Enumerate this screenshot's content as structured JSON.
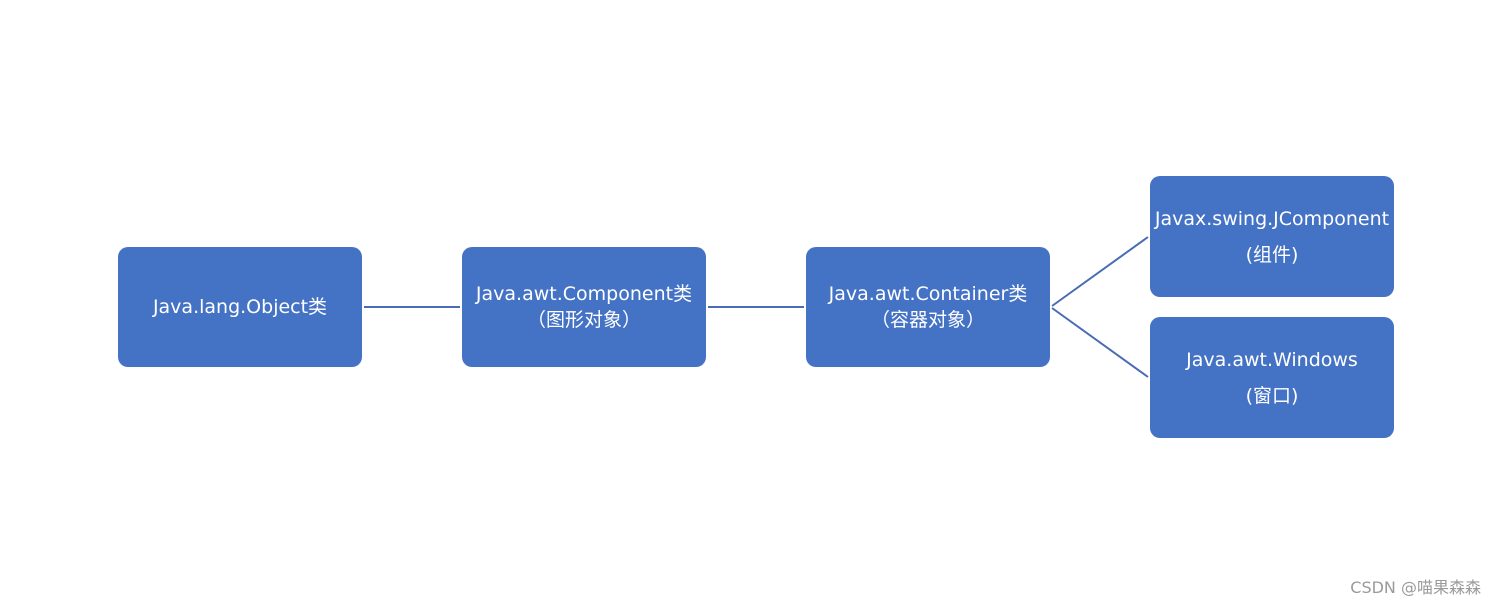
{
  "diagram": {
    "colors": {
      "node_fill": "#4472c4",
      "node_text": "#ffffff",
      "connector": "#4a6bb5"
    },
    "nodes": {
      "object": {
        "line1": "Java.lang.Object类"
      },
      "component": {
        "line1": "Java.awt.Component类",
        "line2": "（图形对象）"
      },
      "container": {
        "line1": "Java.awt.Container类",
        "line2": "（容器对象）"
      },
      "jcomponent": {
        "line1": "Javax.swing.JComponent",
        "line2": "(组件)"
      },
      "windows": {
        "line1": "Java.awt.Windows",
        "line2": "(窗口)"
      }
    }
  },
  "watermark": "CSDN @喵果森森"
}
